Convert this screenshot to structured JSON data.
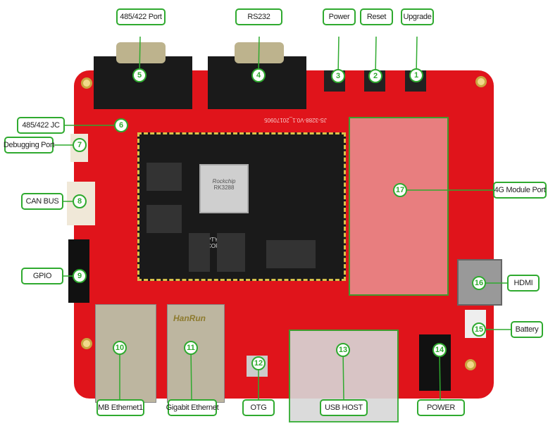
{
  "labels": {
    "l1": "Upgrade",
    "l2": "Reset",
    "l3": "Power",
    "l4": "RS232",
    "l5": "485/422 Port",
    "l6": "485/422 JC",
    "l7": "Debugging Port",
    "l8": "CAN BUS",
    "l9": "GPIO",
    "l10": "MB Ethernet1",
    "l11": "Gigabit Ethernet",
    "l12": "OTG",
    "l13": "USB HOST",
    "l14": "POWER",
    "l15": "Battery",
    "l16": "HDMI",
    "l17": "4G Module Port"
  },
  "numbers": {
    "n1": "1",
    "n2": "2",
    "n3": "3",
    "n4": "4",
    "n5": "5",
    "n6": "6",
    "n7": "7",
    "n8": "8",
    "n9": "9",
    "n10": "10",
    "n11": "11",
    "n12": "12",
    "n13": "13",
    "n14": "14",
    "n15": "15",
    "n16": "16",
    "n17": "17"
  },
  "board_text": {
    "chip_brand": "Rockchip",
    "chip_model": "RK3288",
    "core": "PTY3288 CORE",
    "version": "JS-3288-V0.1_20170905",
    "eth_brand": "HanRun"
  },
  "colors": {
    "board": "#e0141b",
    "accent": "#2faa2f"
  }
}
